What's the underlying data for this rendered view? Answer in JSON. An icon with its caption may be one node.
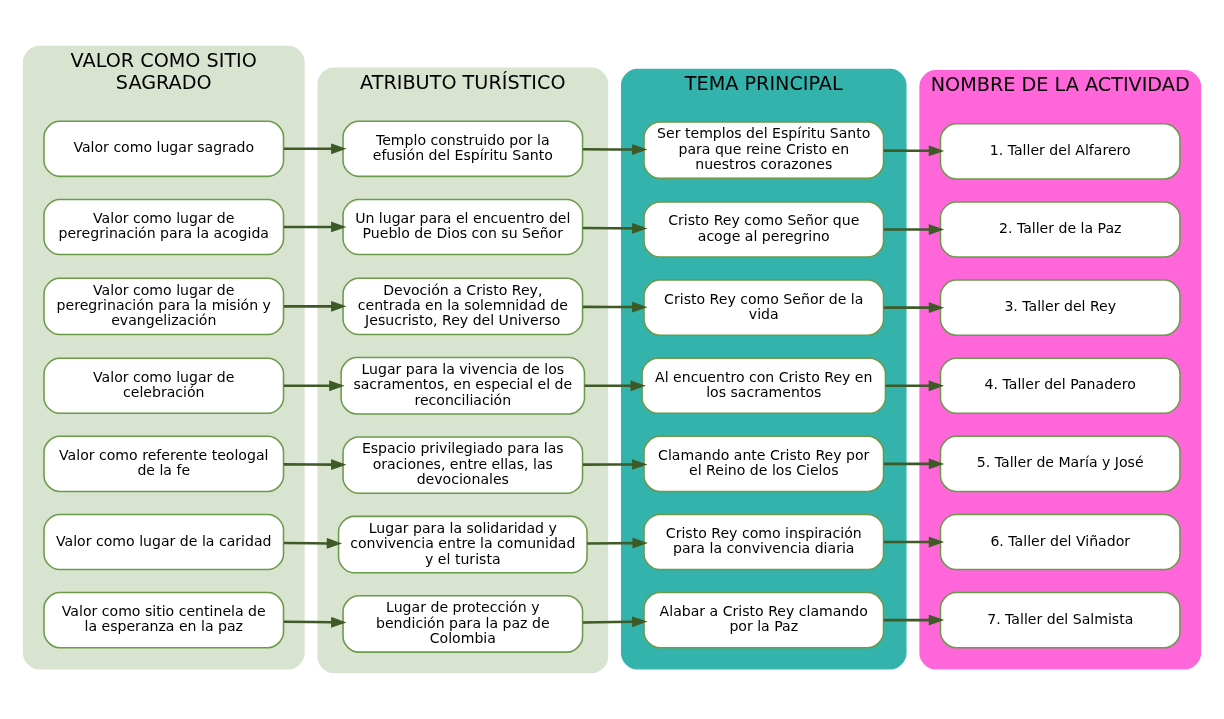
{
  "diagram": {
    "nodes": [
      {
        "text": [
          "VALOR COMO SITIO SAGRADO"
        ]
      },
      {
        "text": [
          "Valor como lugar sagrado"
        ],
        "in": 0
      },
      {
        "text": [
          "Valor como lugar de peregrinación para la acogida"
        ],
        "in": 0
      },
      {
        "text": [
          "Valor como lugar de peregrinación para la misión y evangelización"
        ],
        "in": 0
      },
      {
        "text": [
          "Valor como lugar de celebración"
        ],
        "in": 0
      },
      {
        "text": [
          "Valor como referente teologal de la fe"
        ],
        "in": 0
      },
      {
        "text": [
          "Valor como lugar de la caridad"
        ],
        "in": 0
      },
      {
        "text": [
          "Valor como sitio centinela de la esperanza en la paz"
        ],
        "in": 0
      },
      {
        "text": [
          "ATRIBUTO TURÍSTICO"
        ]
      },
      {
        "text": [
          "Templo construido por la efusión del Espíritu Santo"
        ],
        "in": 8
      },
      {
        "text": [
          "Un lugar para el encuentro del Pueblo de Dios con su Señor"
        ],
        "in": 8
      },
      {
        "text": [
          "Devoción a Cristo Rey, centrada en la solemnidad de Jesucristo, Rey del Universo"
        ],
        "in": 8
      },
      {
        "text": [
          "Lugar para la vivencia de los sacramentos, en especial el de reconciliación"
        ],
        "in": 8
      },
      {
        "text": [
          "Espacio privilegiado para las oraciones, entre ellas, las devocionales"
        ],
        "in": 8
      },
      {
        "text": [
          "Lugar para la solidaridad y convivencia entre la comunidad y el turista"
        ],
        "in": 8
      },
      {
        "text": [
          "Lugar de protección y bendición para la paz de Colombia"
        ],
        "in": 8
      },
      {
        "text": [
          "TEMA PRINCIPAL"
        ]
      },
      {
        "text": [
          "Ser templos del Espíritu Santo para que reine Cristo en nuestros corazones"
        ],
        "in": 16
      },
      {
        "text": [
          "Cristo Rey como Señor que acoge al peregrino"
        ],
        "in": 16
      },
      {
        "text": [
          "Cristo Rey como Señor de la vida"
        ],
        "in": 16
      },
      {
        "text": [
          "Al encuentro con Cristo Rey en los sacramentos"
        ],
        "in": 16
      },
      {
        "text": [
          "Clamando ante Cristo Rey por el Reino de los Cielos"
        ],
        "in": 16
      },
      {
        "text": [
          "Cristo Rey como inspiración para la convivencia diaria"
        ],
        "in": 16
      },
      {
        "text": [
          "Alabar a Cristo Rey clamando por la Paz"
        ],
        "in": 16
      },
      {
        "text": [
          "NOMBRE DE LA ACTIVIDAD"
        ]
      },
      {
        "text": [
          "1. Taller del Alfarero"
        ],
        "in": 24
      },
      {
        "text": [
          "2. Taller de la Paz"
        ],
        "in": 24
      },
      {
        "text": [
          "3. Taller del Rey"
        ],
        "in": 24
      },
      {
        "text": [
          "4. Taller del Panadero"
        ],
        "in": 24
      },
      {
        "text": [
          "5. Taller de María y José"
        ],
        "in": 24
      },
      {
        "text": [
          "6. Taller del Viñador"
        ],
        "in": 24
      },
      {
        "text": [
          "7. Taller del Salmista"
        ],
        "in": 24
      }
    ],
    "edges": [
      {
        "from": 1,
        "to": 9,
        "arrow": "to"
      },
      {
        "from": 9,
        "to": 17,
        "arrow": "to"
      },
      {
        "from": 17,
        "to": 25,
        "arrow": "to"
      },
      {
        "from": 2,
        "to": 10,
        "arrow": "to"
      },
      {
        "from": 10,
        "to": 18,
        "arrow": "to"
      },
      {
        "from": 18,
        "to": 26,
        "arrow": "to"
      },
      {
        "from": 3,
        "to": 11,
        "arrow": "to"
      },
      {
        "from": 11,
        "to": 19,
        "arrow": "to"
      },
      {
        "from": 19,
        "to": 27,
        "arrow": "to"
      },
      {
        "from": 4,
        "to": 12,
        "arrow": "to"
      },
      {
        "from": 12,
        "to": 20,
        "arrow": "to"
      },
      {
        "from": 20,
        "to": 28,
        "arrow": "to"
      },
      {
        "from": 5,
        "to": 13,
        "arrow": "to"
      },
      {
        "from": 13,
        "to": 21,
        "arrow": "to"
      },
      {
        "from": 21,
        "to": 29,
        "arrow": "to"
      },
      {
        "from": 6,
        "to": 14,
        "arrow": "to"
      },
      {
        "from": 14,
        "to": 22,
        "arrow": "to"
      },
      {
        "from": 22,
        "to": 30,
        "arrow": "to"
      },
      {
        "from": 7,
        "to": 15,
        "arrow": "to"
      },
      {
        "from": 15,
        "to": 23,
        "arrow": "to"
      },
      {
        "from": 23,
        "to": 31,
        "arrow": "to"
      }
    ]
  }
}
